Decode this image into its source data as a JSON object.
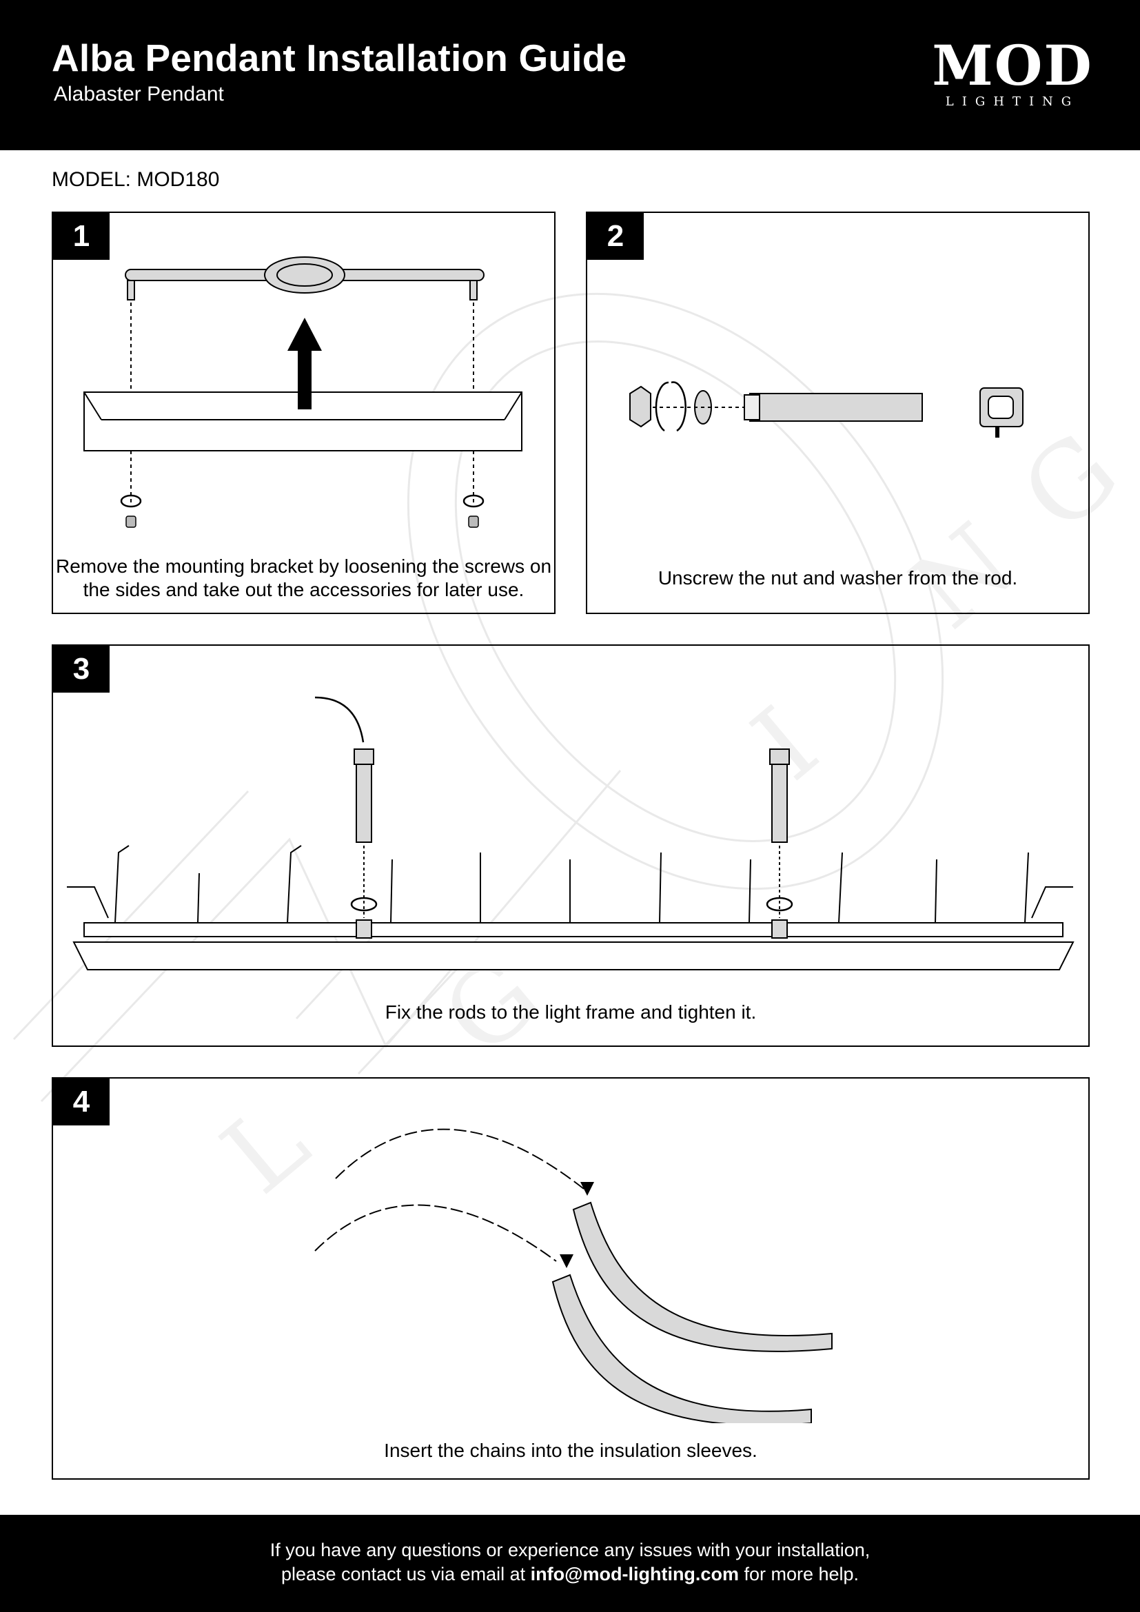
{
  "header": {
    "title": "Alba Pendant Installation Guide",
    "subtitle": "Alabaster Pendant"
  },
  "logo": {
    "mark": "MOD",
    "wordmark": "LIGHTING"
  },
  "model": "MODEL: MOD180",
  "steps": [
    {
      "number": "1",
      "caption_line1": "Remove the mounting bracket by loosening the screws on",
      "caption_line2": "the sides and take out the accessories for later use."
    },
    {
      "number": "2",
      "caption": "Unscrew the nut and washer from the rod."
    },
    {
      "number": "3",
      "caption": "Fix the rods to the light frame and tighten it."
    },
    {
      "number": "4",
      "caption": "Insert the chains into the insulation sleeves."
    }
  ],
  "footer": {
    "line1": "If you have any questions or experience any issues with your installation,",
    "line2_prefix": "please contact us via email at ",
    "email": "info@mod-lighting.com",
    "line2_suffix": " for more help."
  },
  "colors": {
    "header_bg": "#000000",
    "part_fill": "#d9d9d9",
    "watermark": "#eeeeee"
  }
}
